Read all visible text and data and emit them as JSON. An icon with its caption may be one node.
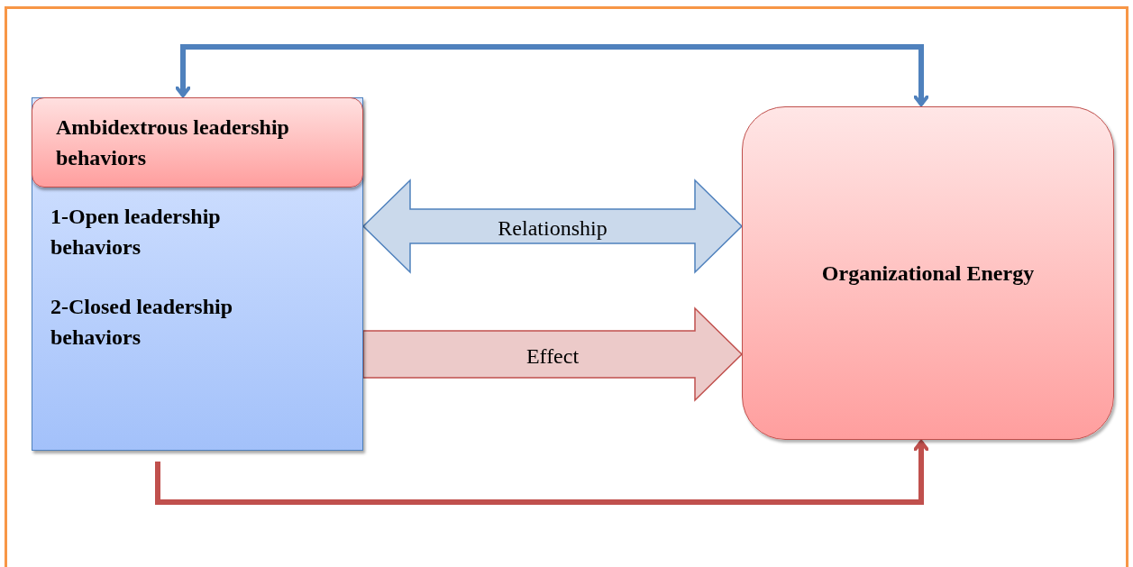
{
  "diagram": {
    "nodes": [
      {
        "text": [
          "1-Open leadership behaviors",
          "2-Closed leadership behaviors"
        ]
      },
      {
        "text": [
          "Ambidextrous leadership behaviors"
        ],
        "in": 0
      },
      {
        "text": [
          "Organizational Energy"
        ]
      }
    ],
    "edges": [
      {
        "from": 0,
        "to": 2,
        "arrow": "both",
        "label": "Relationship",
        "color": "#4f81bd"
      },
      {
        "from": 0,
        "to": 2,
        "arrow": "to",
        "label": "Effect",
        "color": "#c0504d"
      },
      {
        "from": 1,
        "to": 2,
        "arrow": "both",
        "color": "#4f81bd"
      },
      {
        "from": 0,
        "to": 2,
        "arrow": "to",
        "color": "#c0504d"
      }
    ]
  }
}
